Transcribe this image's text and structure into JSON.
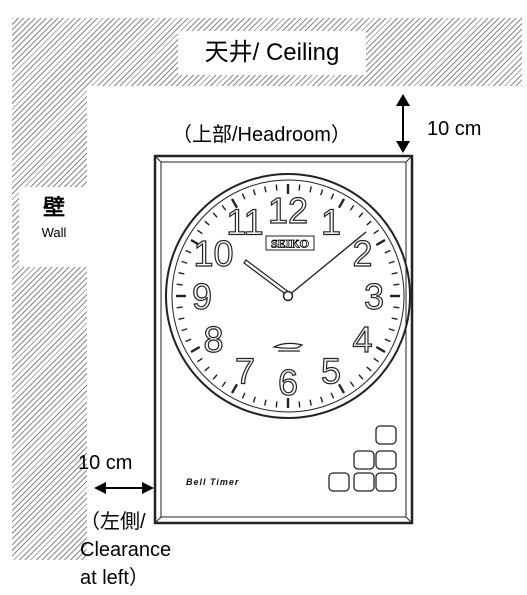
{
  "ceiling": {
    "label": "天井/ Ceiling"
  },
  "wall": {
    "label_jp": "壁",
    "label_en": "Wall"
  },
  "headroom": {
    "label": "（上部/Headroom）",
    "dimension": "10 cm"
  },
  "left_clearance": {
    "dimension": "10 cm",
    "label_line1": "（左側/",
    "label_line2": "Clearance",
    "label_line3": "at left）"
  },
  "clock": {
    "brand": "SEIKO",
    "panel_text": "Bell Timer",
    "hour_numerals": [
      "12",
      "1",
      "2",
      "3",
      "4",
      "5",
      "6",
      "7",
      "8",
      "9",
      "10",
      "11"
    ],
    "time_shown": "10:08",
    "colors": {
      "frame": "#222222",
      "hatch": "#8a8a8a"
    }
  }
}
